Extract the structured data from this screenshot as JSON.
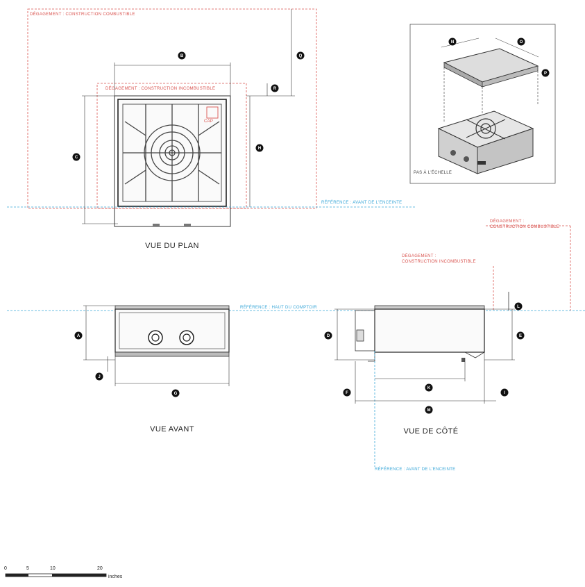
{
  "views": {
    "plan": "VUE DU PLAN",
    "front": "VUE AVANT",
    "side": "VUE DE CÔTÉ",
    "iso_note": "PAS À L'ÉCHELLE"
  },
  "plan": {
    "combustible_clearance": "DÉGAGEMENT : CONSTRUCTION COMBUSTIBLE",
    "noncombustible_clearance": "DÉGAGEMENT : CONSTRUCTION INCOMBUSTIBLE",
    "front_reference": "RÉFÉRENCE : AVANT DE L'ENCEINTE",
    "cap_label": "CAP"
  },
  "front": {
    "top_reference": "RÉFÉRENCE : HAUT DU COMPTOIR"
  },
  "side": {
    "combustible_clearance_1": "DÉGAGEMENT :",
    "combustible_clearance_2": "CONSTRUCTION COMBUSTIBLE",
    "noncombustible_clearance_1": "DÉGAGEMENT :",
    "noncombustible_clearance_2": "CONSTRUCTION INCOMBUSTIBLE",
    "front_reference": "RÉFÉRENCE : AVANT DE L'ENCEINTE"
  },
  "dims": {
    "A": "A",
    "B": "B",
    "C": "C",
    "D": "D",
    "E": "E",
    "F": "F",
    "G": "G",
    "H": "H",
    "I": "I",
    "J": "J",
    "K": "K",
    "L": "L",
    "M": "M",
    "N": "N",
    "O": "O",
    "P": "P",
    "Q": "Q",
    "R": "R"
  },
  "scale": {
    "ticks": [
      "0",
      "5",
      "10",
      "20"
    ],
    "unit": "inches"
  },
  "colors": {
    "red": "#d9534f",
    "blue": "#3aa7d8",
    "ink": "#222222"
  }
}
